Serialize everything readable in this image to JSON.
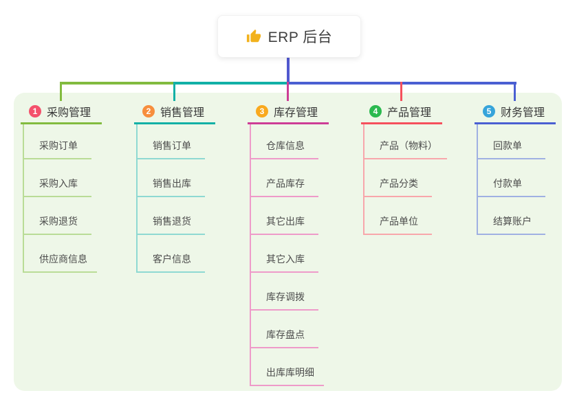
{
  "root": {
    "title": "ERP 后台",
    "icon": "thumbs-up-icon",
    "icon_color": "#f2b21d"
  },
  "colors": {
    "canvas_bg": "#ffffff",
    "panel_bg": "#eef7e8",
    "root_connector": "#5158cf",
    "bus_segments": [
      "#82bb3f",
      "#12b0a6",
      "#4a5fd2"
    ]
  },
  "branches": [
    {
      "num": "1",
      "label": "采购管理",
      "badge_color": "#f4516c",
      "line_color": "#82bb3f",
      "child_line_color": "#b9dc96",
      "children": [
        "采购订单",
        "采购入库",
        "采购退货",
        "供应商信息"
      ]
    },
    {
      "num": "2",
      "label": "销售管理",
      "badge_color": "#f78e3d",
      "line_color": "#12b0a6",
      "child_line_color": "#8ed9d2",
      "children": [
        "销售订单",
        "销售出库",
        "销售退货",
        "客户信息"
      ]
    },
    {
      "num": "3",
      "label": "库存管理",
      "badge_color": "#f9a91e",
      "line_color": "#cd3d96",
      "child_line_color": "#ee9ac9",
      "children": [
        "仓库信息",
        "产品库存",
        "其它出库",
        "其它入库",
        "库存调拨",
        "库存盘点",
        "出库库明细"
      ]
    },
    {
      "num": "4",
      "label": "产品管理",
      "badge_color": "#2bb94f",
      "line_color": "#f5505c",
      "child_line_color": "#f8a6ab",
      "children": [
        "产品（物料）",
        "产品分类",
        "产品单位"
      ]
    },
    {
      "num": "5",
      "label": "财务管理",
      "badge_color": "#36a4da",
      "line_color": "#4a5fd2",
      "child_line_color": "#9fb0e2",
      "children": [
        "回款单",
        "付款单",
        "结算账户"
      ]
    }
  ]
}
